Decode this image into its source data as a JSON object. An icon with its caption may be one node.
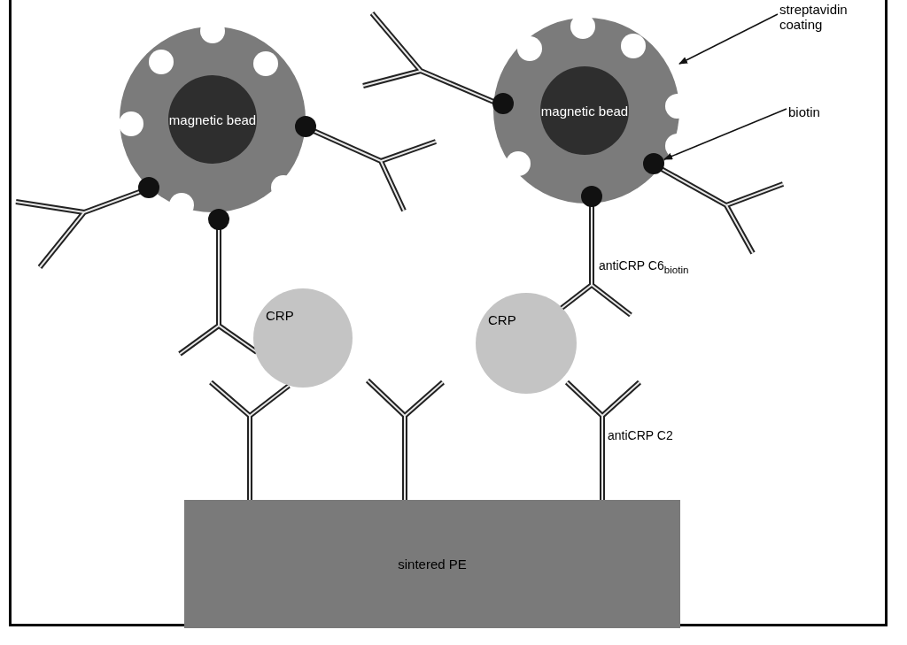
{
  "diagram": {
    "nodes": [
      {
        "text": [],
        "shape": "circle"
      },
      {
        "text": [
          "magnetic bead"
        ],
        "in": 0
      },
      {
        "text": [],
        "shape": "circle"
      },
      {
        "text": [
          "magnetic bead"
        ],
        "in": 2
      },
      {
        "text": [
          "streptavidin coating"
        ]
      },
      {
        "text": [
          "biotin"
        ]
      },
      {
        "text": [],
        "shape": "circle",
        "in": 2
      },
      {
        "text": [
          "CRP"
        ]
      },
      {
        "text": [
          "CRP"
        ]
      },
      {
        "text": [
          "sintered PE"
        ]
      }
    ],
    "edges": [
      {
        "from": 4,
        "to": 2,
        "arrow": "to"
      },
      {
        "from": 5,
        "to": 6,
        "arrow": "to"
      }
    ],
    "labels": [
      "antiCRP C6$_{biotin}$",
      "antiCRP C2"
    ]
  }
}
